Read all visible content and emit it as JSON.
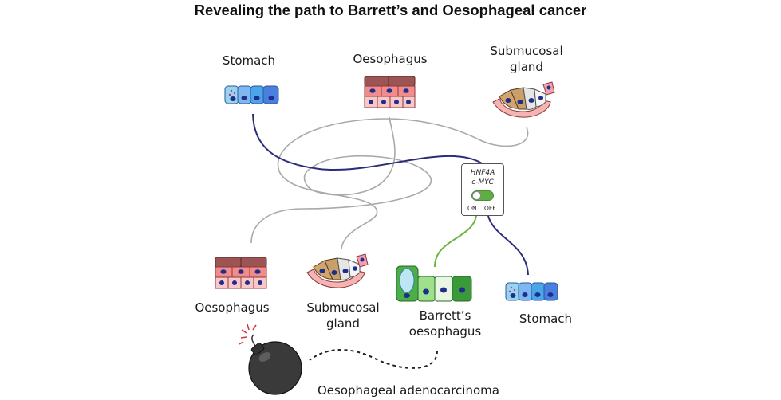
{
  "title": "Revealing the path to Barrett’s and Oesophageal cancer",
  "labels": {
    "stomach_top": "Stomach",
    "oesophagus_top": "Oesophagus",
    "submucosal_top_l1": "Submucosal",
    "submucosal_top_l2": "gland",
    "oesophagus_bottom": "Oesophagus",
    "submucosal_bottom_l1": "Submucosal",
    "submucosal_bottom_l2": "gland",
    "barretts_l1": "Barrett’s",
    "barretts_l2": "oesophagus",
    "stomach_bottom": "Stomach",
    "adenocarcinoma": "Oesophageal adenocarcinoma"
  },
  "switch": {
    "gene1": "HNF4A",
    "gene2": "c-MYC",
    "on_label": "ON",
    "off_label": "OFF"
  },
  "colors": {
    "stomach_blue": "#4a8fe0",
    "navy_line": "#2c2c7a",
    "grey_line": "#a9a9a9",
    "green_line": "#6db33f",
    "oeso_dark": "#9c5454",
    "oeso_pink": "#f28b8b",
    "barrett_green": "#4cae48",
    "nucleus": "#1d2f8a"
  },
  "icons": [
    "bomb-icon",
    "toggle-switch-icon"
  ]
}
